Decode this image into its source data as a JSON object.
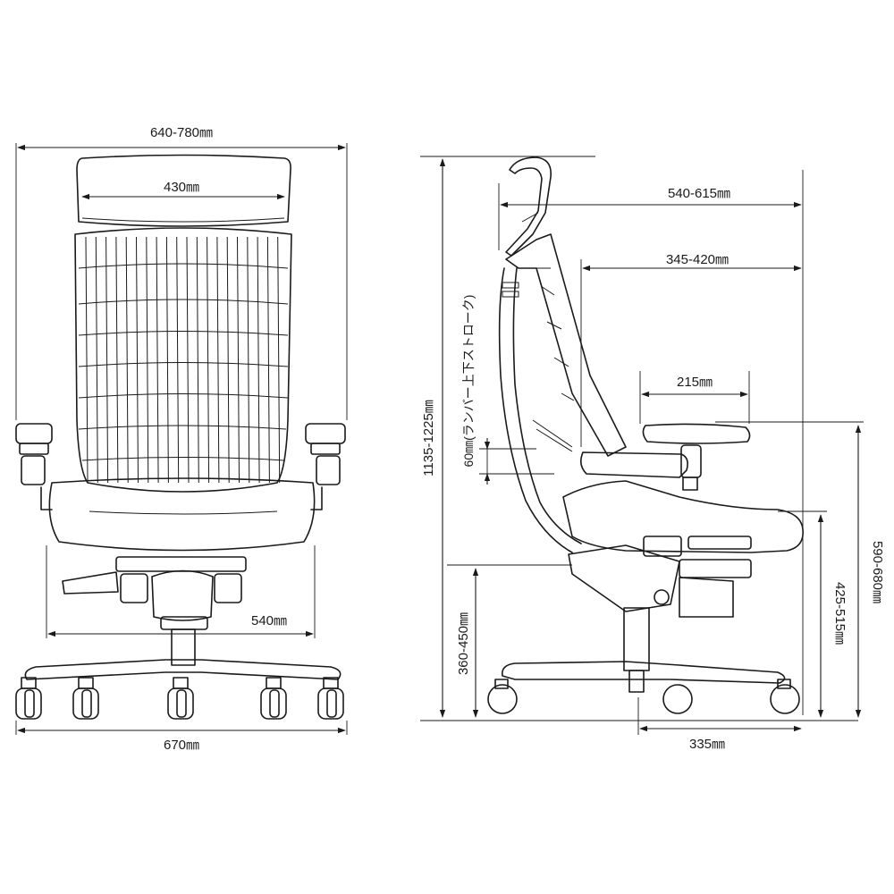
{
  "front_view": {
    "overall_width_label": "640-780㎜",
    "headrest_width_label": "430㎜",
    "seat_width_label": "540㎜",
    "base_width_label": "670㎜"
  },
  "side_view": {
    "headrest_depth_label": "540-615㎜",
    "backrest_depth_label": "345-420㎜",
    "armrest_length_label": "215㎜",
    "total_height_label": "1135-1225㎜",
    "lumbar_stroke_label": "60㎜(ランバー上下ストローク)",
    "seat_height_label": "360-450㎜",
    "seat_depth_label": "425-515㎜",
    "armrest_height_label": "590-680㎜",
    "base_depth_label": "335㎜"
  },
  "colors": {
    "line": "#1a1a1a",
    "background": "#ffffff"
  }
}
